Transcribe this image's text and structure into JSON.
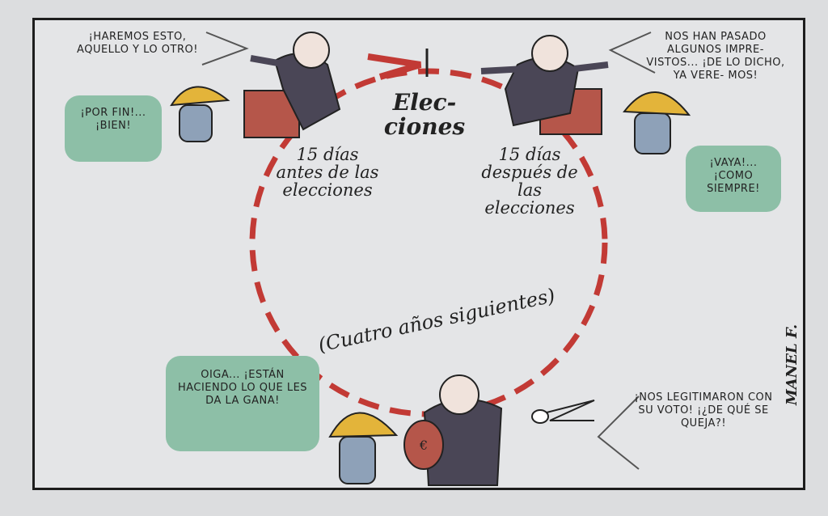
{
  "colors": {
    "dash_red": "#c23a35",
    "bubble_green": "#8dbfa7",
    "helmet": "#e3b43a",
    "suit": "#4a4656",
    "podium": "#b5564a"
  },
  "speech": {
    "promise": "¡Haremos esto, aquello y lo otro!",
    "worker_happy": "¡Por fin!... ¡Bien!",
    "excuse": "Nos han pasado algunos impre- vistos... ¡De lo dicho, ya vere- mos!",
    "worker_resigned": "¡Vaya!... ¡Como siempre!",
    "worker_complaint": "Oiga... ¡Están haciendo lo que les da la gana!",
    "legitimized": "¡Nos legitimaron con su voto! ¡¿De qué se queja?!"
  },
  "labels": {
    "elecciones": "Elec- ciones",
    "before": "15 días antes de las elecciones",
    "after": "15 días después de las elecciones",
    "four_years": "(Cuatro años siguientes)",
    "bag_symbol": "€"
  },
  "signature": "MANEL F."
}
